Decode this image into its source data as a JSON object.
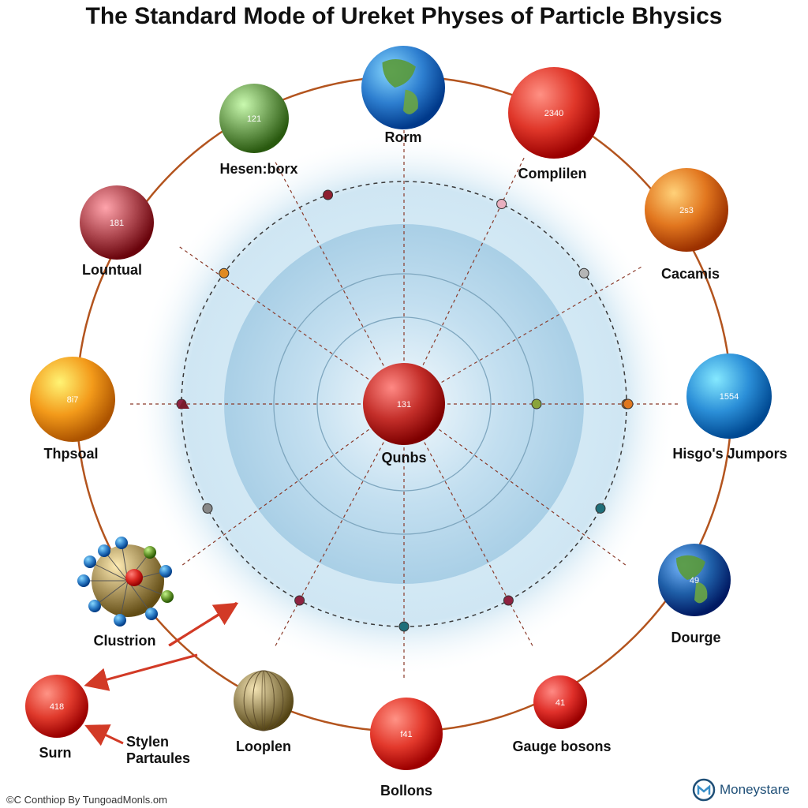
{
  "title": "The Standard Mode of Ureket Physes of Particle Bhysics",
  "particles": [
    {
      "name": "Rorm",
      "number": "",
      "color": "#2e7fd0",
      "kind": "earth"
    },
    {
      "name": "Complilen",
      "number": "2340",
      "color": "#e0372a",
      "kind": "sphere"
    },
    {
      "name": "Cacamis",
      "number": "2s3",
      "color": "#e2771f",
      "kind": "sphere"
    },
    {
      "name": "Hisgo's Jumpors",
      "number": "1554",
      "color": "#2b8fd8",
      "kind": "sphere"
    },
    {
      "name": "Dourge",
      "number": "49",
      "color": "#1f5fa8",
      "kind": "earth"
    },
    {
      "name": "Gauge bosons",
      "number": "41",
      "color": "#e0302a",
      "kind": "sphere"
    },
    {
      "name": "Bollons",
      "number": "f41",
      "color": "#e3392c",
      "kind": "sphere"
    },
    {
      "name": "Looplen",
      "number": "",
      "color": "#9a8a5a",
      "kind": "ball"
    },
    {
      "name": "Clustrion",
      "number": "",
      "color": "#a8925a",
      "kind": "cluster"
    },
    {
      "name": "Thpsoal",
      "number": "8i7",
      "color": "#f39a1a",
      "kind": "sphere"
    },
    {
      "name": "Lountual",
      "number": "181",
      "color": "#b04a52",
      "kind": "sphere"
    },
    {
      "name": "Hesen:borx",
      "number": "121",
      "color": "#6f9f55",
      "kind": "sphere"
    }
  ],
  "center": {
    "name": "Qunbs",
    "number": "131",
    "color": "#c42f2a"
  },
  "outside": {
    "name": "Surn",
    "number": "418",
    "color": "#e03a2c"
  },
  "annotation": "Stylen\nPartaules",
  "footer": "©C Conthiop By TungoadMonls.om",
  "brand": "Moneystare"
}
